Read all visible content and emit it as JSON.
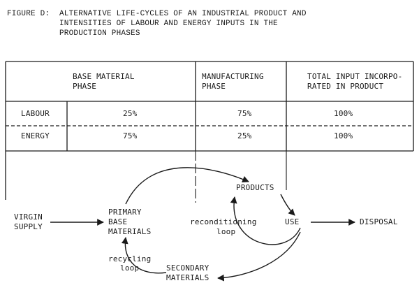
{
  "figure": {
    "label": "FIGURE D:",
    "title_lines": [
      "ALTERNATIVE LIFE-CYCLES OF AN INDUSTRIAL PRODUCT AND",
      "INTENSITIES OF LABOUR AND ENERGY INPUTS IN THE",
      "PRODUCTION PHASES"
    ]
  },
  "table": {
    "headers": [
      [
        "BASE MATERIAL",
        "PHASE"
      ],
      [
        "MANUFACTURING",
        "PHASE"
      ],
      [
        "TOTAL INPUT INCORPO-",
        "RATED IN PRODUCT"
      ]
    ],
    "rows": [
      {
        "label": "LABOUR",
        "values": [
          "25%",
          "75%",
          "100%"
        ]
      },
      {
        "label": "ENERGY",
        "values": [
          "75%",
          "25%",
          "100%"
        ]
      }
    ]
  },
  "nodes": {
    "virgin_supply": [
      "VIRGIN",
      "SUPPLY"
    ],
    "primary_materials": [
      "PRIMARY",
      "BASE",
      "MATERIALS"
    ],
    "products": "PRODUCTS",
    "use": "USE",
    "disposal": "DISPOSAL",
    "secondary_materials": [
      "SECONDARY",
      "MATERIALS"
    ]
  },
  "loops": {
    "reconditioning": [
      "reconditioning",
      "loop"
    ],
    "recycling": [
      "recycling",
      "loop"
    ]
  }
}
